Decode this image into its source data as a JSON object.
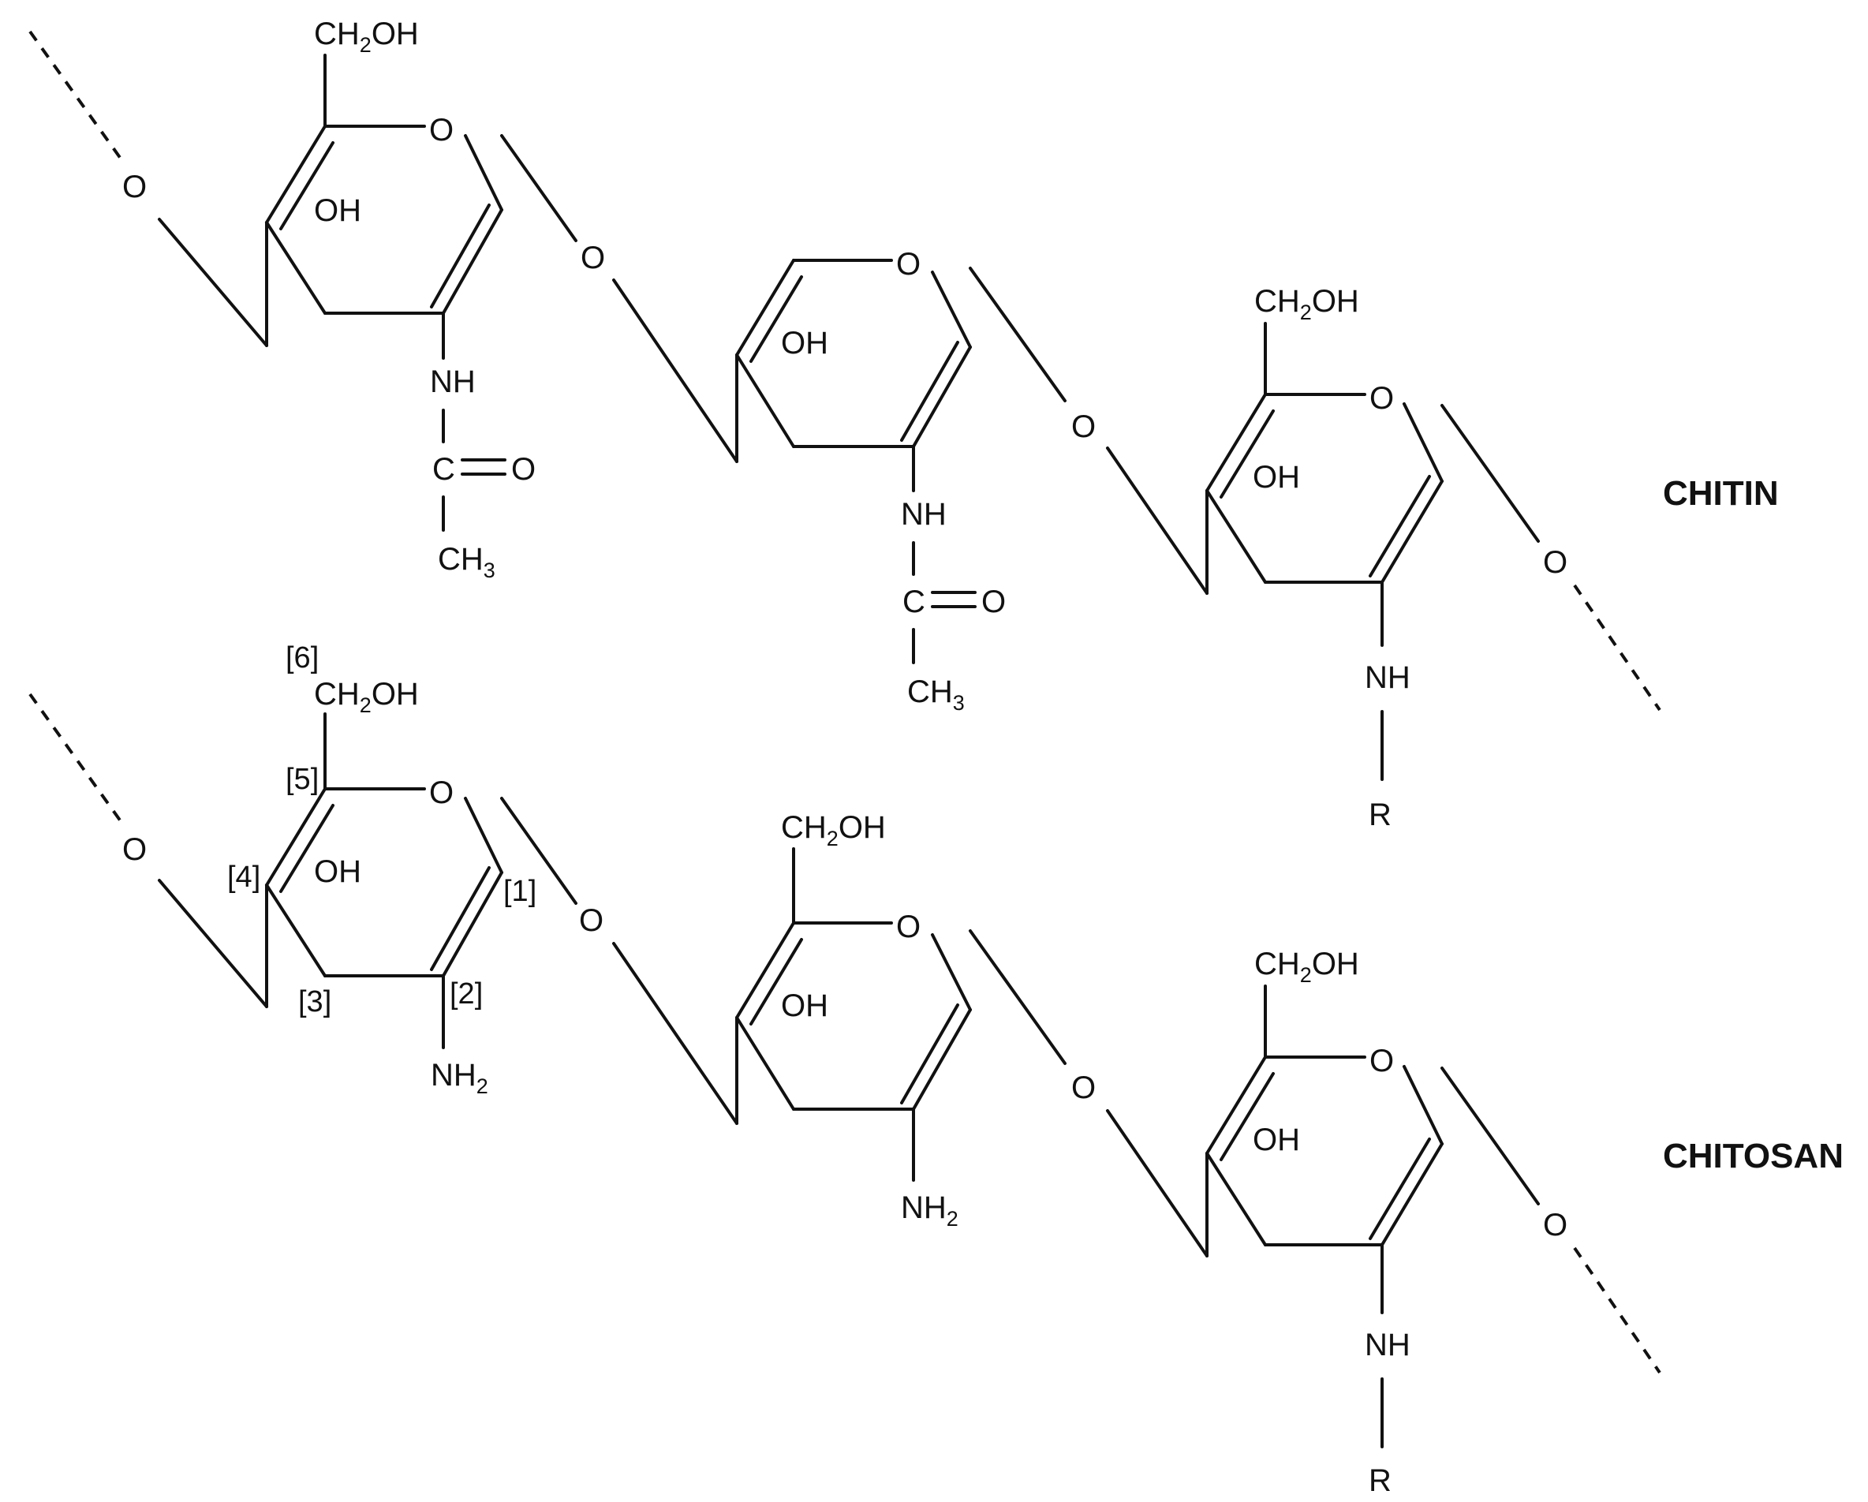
{
  "labels": {
    "chitin": "CHITIN",
    "chitosan": "CHITOSAN"
  },
  "atoms": {
    "ring_oxygen": "O",
    "glycosidic_oxygen": "O",
    "hydroxyl": "OH",
    "amine_nh": "NH",
    "carbonyl_c": "C",
    "carbonyl_o": "O",
    "r_group": "R",
    "ch2oh_main": "CH",
    "ch2oh_sub": "2",
    "ch2oh_end": "OH",
    "ch3_main": "CH",
    "ch3_sub": "3",
    "nh2_main": "NH",
    "nh2_sub": "2"
  },
  "carbon_numbers": [
    "[1]",
    "[2]",
    "[3]",
    "[4]",
    "[5]",
    "[6]"
  ]
}
